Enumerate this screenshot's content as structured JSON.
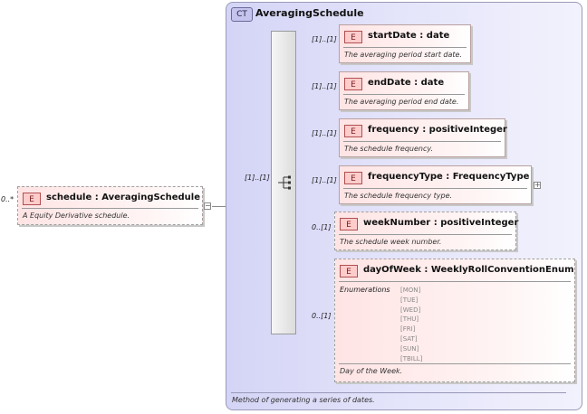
{
  "root": {
    "cardinality": "0..*",
    "name": "schedule",
    "type": "AveragingSchedule",
    "description": "A Equity Derivative schedule.",
    "collapse_symbol": "−"
  },
  "complex_type": {
    "badge": "CT",
    "name": "AveragingSchedule",
    "description": "Method of generating a series of dates."
  },
  "sequence": {
    "cardinality": "[1]..[1]"
  },
  "element_badge": "E",
  "elements": [
    {
      "cardinality": "[1]..[1]",
      "name": "startDate",
      "type": "date",
      "description": "The averaging period start date."
    },
    {
      "cardinality": "[1]..[1]",
      "name": "endDate",
      "type": "date",
      "description": "The averaging period end date."
    },
    {
      "cardinality": "[1]..[1]",
      "name": "frequency",
      "type": "positiveInteger",
      "description": "The schedule frequency."
    },
    {
      "cardinality": "[1]..[1]",
      "name": "frequencyType",
      "type": "FrequencyType",
      "description": "The schedule frequency type.",
      "expand_symbol": "+"
    },
    {
      "cardinality": "0..[1]",
      "name": "weekNumber",
      "type": "positiveInteger",
      "description": "The schedule week number."
    },
    {
      "cardinality": "0..[1]",
      "name": "dayOfWeek",
      "type": "WeeklyRollConventionEnum",
      "description": "Day of the Week.",
      "enumerations_label": "Enumerations",
      "enumerations": [
        "[MON]",
        "[TUE]",
        "[WED]",
        "[THU]",
        "[FRI]",
        "[SAT]",
        "[SUN]",
        "[TBILL]"
      ]
    }
  ]
}
